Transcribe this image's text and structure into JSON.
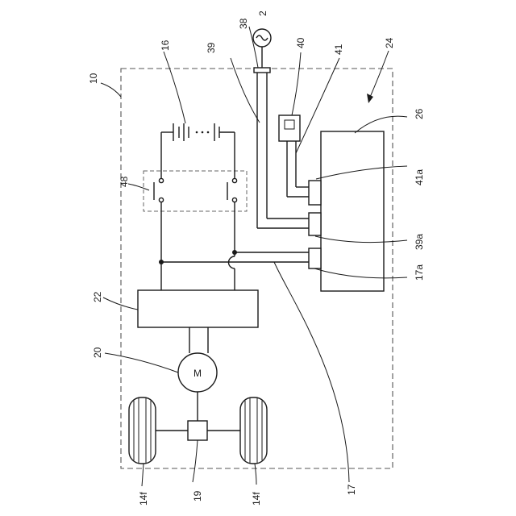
{
  "labels": {
    "vehicle": "10",
    "ac_source": "2",
    "battery": "16",
    "cable_17": "17",
    "port_17a": "17a",
    "axle_unit": "19",
    "motor": "20",
    "inverter": "22",
    "charger": "24",
    "controller": "26",
    "plug": "38",
    "line_39": "39",
    "port_39a": "39a",
    "outlet": "40",
    "line_41": "41",
    "port_41a": "41a",
    "relay_unit": "48",
    "wheel_left": "14f",
    "wheel_right": "14f",
    "motor_symbol": "M"
  }
}
